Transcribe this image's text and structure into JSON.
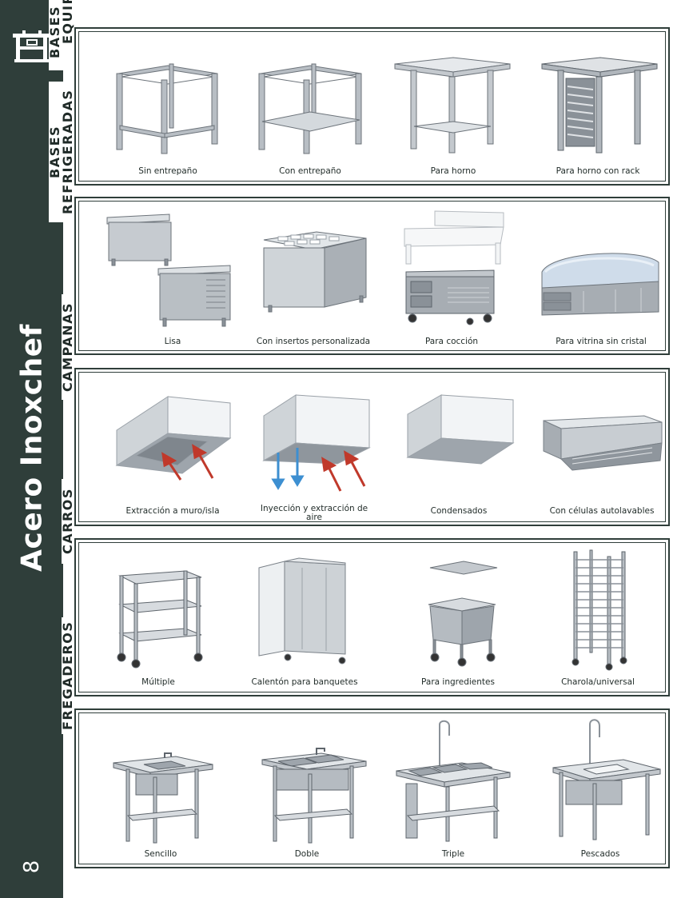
{
  "sidebar": {
    "brand": "Acero Inoxchef",
    "page_number": "8",
    "logo_icon": "cart-logo-icon",
    "background": "#2f3e3a"
  },
  "sections": [
    {
      "title_lines": [
        "BASES PARA",
        "EQUIPOS"
      ],
      "items": [
        "Sin entrepaño",
        "Con entrepaño",
        "Para horno",
        "Para horno con rack"
      ]
    },
    {
      "title_lines": [
        "BASES",
        "REFRIGERADAS"
      ],
      "items": [
        "Lisa",
        "Con insertos personalizada",
        "Para cocción",
        "Para vitrina sin cristal"
      ]
    },
    {
      "title_lines": [
        "CAMPANAS"
      ],
      "items": [
        "Extracción a muro/isla",
        "Inyección y extracción de aire",
        "Condensados",
        "Con células autolavables"
      ]
    },
    {
      "title_lines": [
        "CARROS"
      ],
      "items": [
        "Múltiple",
        "Calentón para banquetes",
        "Para ingredientes",
        "Charola/universal"
      ]
    },
    {
      "title_lines": [
        "FREGADEROS"
      ],
      "items": [
        "Sencillo",
        "Doble",
        "Triple",
        "Pescados"
      ]
    }
  ]
}
